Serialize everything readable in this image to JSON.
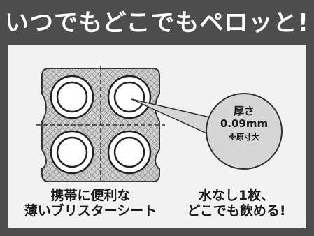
{
  "title": "いつでもどこでもペロッと!",
  "bubble": {
    "line1": "厚さ",
    "line2": "0.09mm",
    "line3": "※原寸大"
  },
  "caption_left": {
    "line1": "携帯に便利な",
    "line2": "薄いブリスターシート"
  },
  "caption_right": {
    "line1": "水なし1枚、",
    "line2": "どこでも飲める!"
  },
  "colors": {
    "frame": "#4d4d4d",
    "panel": "#f2f2f2",
    "sheet": "#c8c8c8",
    "pocket": "#ffffff"
  }
}
